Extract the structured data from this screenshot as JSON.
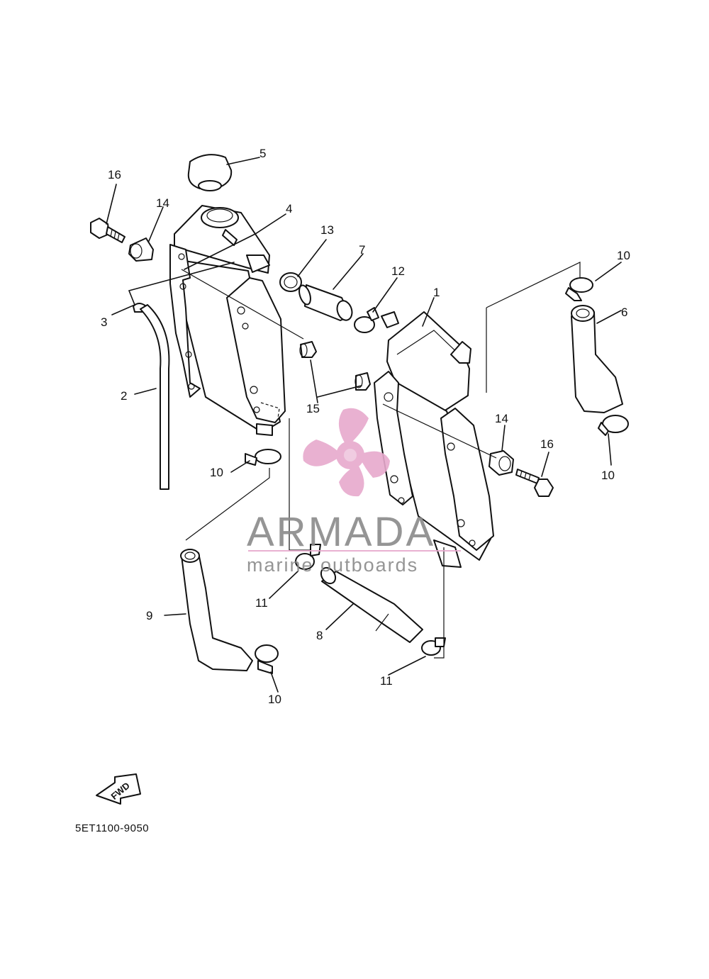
{
  "callouts": {
    "c1": "1",
    "c2": "2",
    "c3": "3",
    "c4": "4",
    "c5": "5",
    "c6": "6",
    "c7": "7",
    "c8": "8",
    "c9": "9",
    "c10a": "10",
    "c10b": "10",
    "c10c": "10",
    "c10d": "10",
    "c11a": "11",
    "c11b": "11",
    "c12": "12",
    "c13": "13",
    "c14a": "14",
    "c14b": "14",
    "c15": "15",
    "c16a": "16",
    "c16b": "16"
  },
  "fwd_label": "FWD",
  "diagram_code": "5ET1100-9050",
  "watermark": {
    "brand": "ARMADA",
    "tagline": "marine outboards",
    "colors": {
      "logo_pink": "#e7a9cd",
      "text_gray": "#8a8a8a"
    }
  }
}
